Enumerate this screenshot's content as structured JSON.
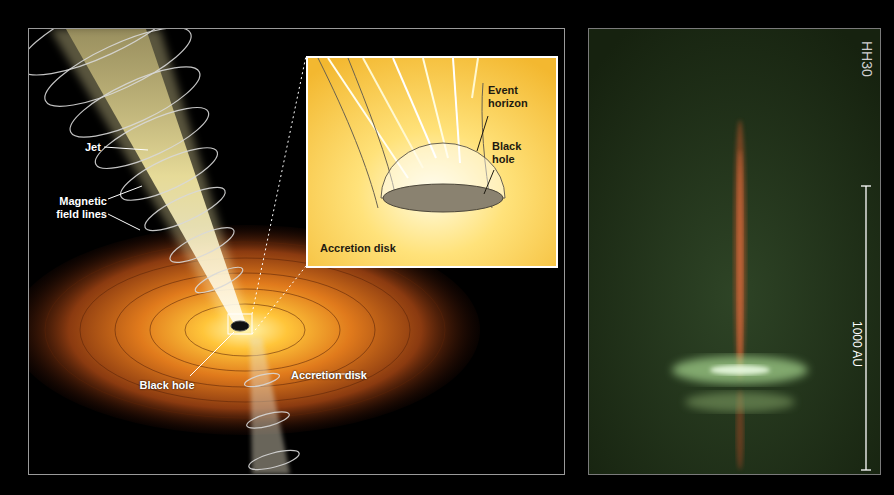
{
  "diagram": {
    "nodes": [
      {
        "text": [
          "Jet",
          "Magnetic field lines",
          "Black hole",
          "Accretion disk"
        ]
      },
      {
        "text": [
          "Event horizon",
          "Black hole",
          "Accretion disk"
        ],
        "in": 0
      },
      {
        "text": [
          "HH30",
          "1000 AU"
        ]
      }
    ]
  }
}
